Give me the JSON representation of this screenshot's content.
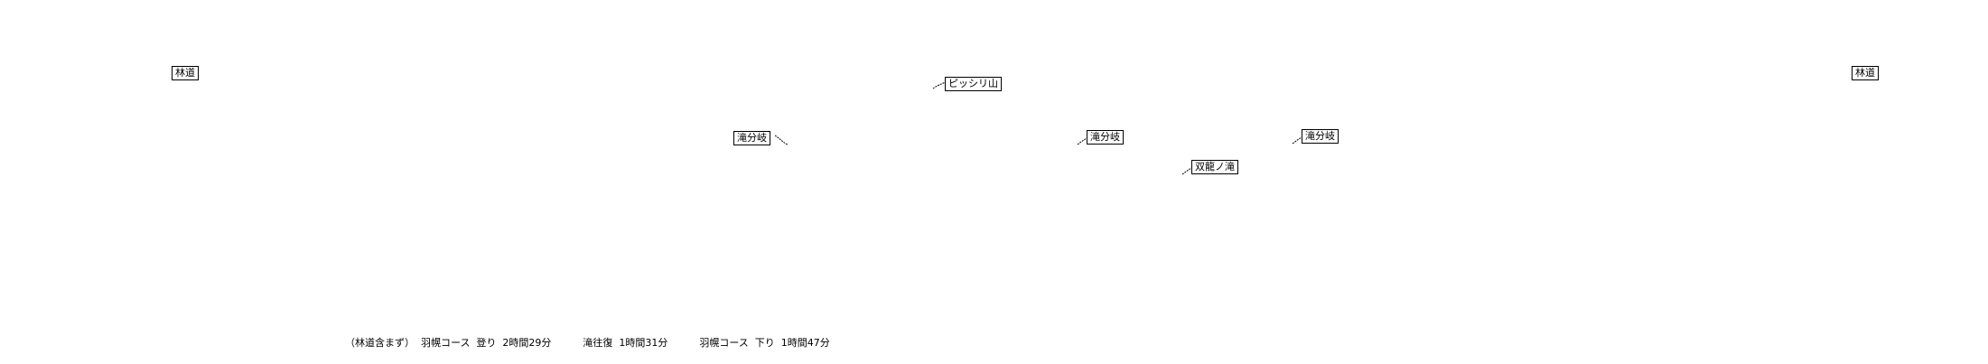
{
  "labels": {
    "rindo_left": "林道",
    "rindo_right": "林道",
    "pisshiri_yama": "ピッシリ山",
    "takibunki_1": "滝分岐",
    "takibunki_2": "滝分岐",
    "takibunki_3": "滝分岐",
    "soryu_no_taki": "双龍ノ滝"
  },
  "summary": {
    "text": "（林道含まず）  羽幌コース  登り  2時間29分          滝往復  1時間31分          羽幌コース  下り  1時間47分"
  }
}
